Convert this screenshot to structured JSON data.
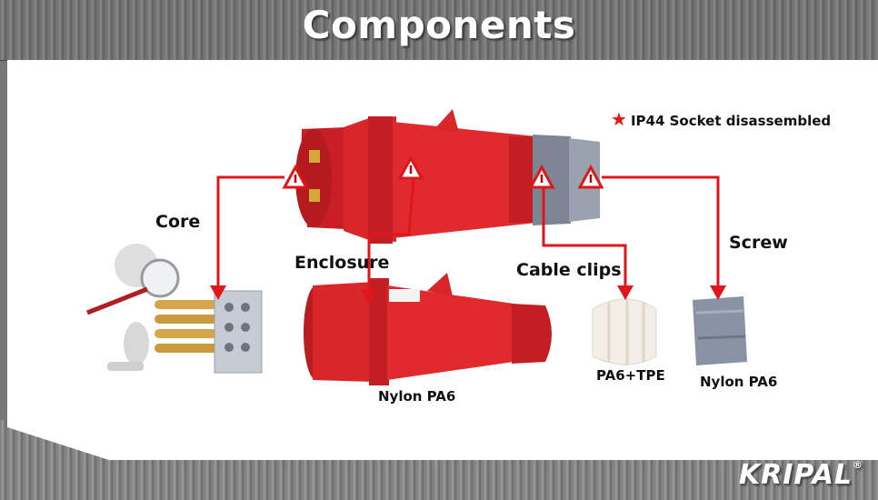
{
  "slide": {
    "title": "Components",
    "note": "IP44 Socket disassembled",
    "labels": {
      "core": "Core",
      "enclosure": "Enclosure",
      "cable_clips": "Cable clips",
      "screw": "Screw"
    },
    "materials": {
      "enclosure": "Nylon PA6",
      "cable_clips": "PA6+TPE",
      "screw": "Nylon PA6"
    },
    "brand": "KRIPAL",
    "brand_mark": "®"
  },
  "colors": {
    "plug_red": "#d9262a",
    "arrow_red": "#e0161a",
    "grey_part": "#8a93a3",
    "clip_white": "#f4efe6"
  }
}
